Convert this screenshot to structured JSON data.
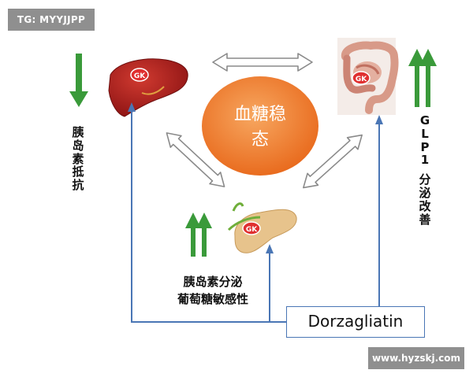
{
  "watermark_top": "TG: MYYJJPP",
  "watermark_bottom": "www.hyzskj.com",
  "center": {
    "line1": "血糖稳",
    "line2": "态"
  },
  "organ_label": "GK",
  "liver_label": [
    "胰",
    "岛",
    "素",
    "抵",
    "抗"
  ],
  "gut_label": [
    "G",
    "L",
    "P",
    "1",
    " ",
    "分",
    "泌",
    "改",
    "善"
  ],
  "pancreas_label": {
    "line1": "胰岛素分泌",
    "line2": "葡萄糖敏感性"
  },
  "drug": "Dorzagliatin",
  "colors": {
    "green": "#3a9a3a",
    "orange": "#f07f2a",
    "blue_line": "#4a76b5",
    "liver": "#b21e1e"
  }
}
